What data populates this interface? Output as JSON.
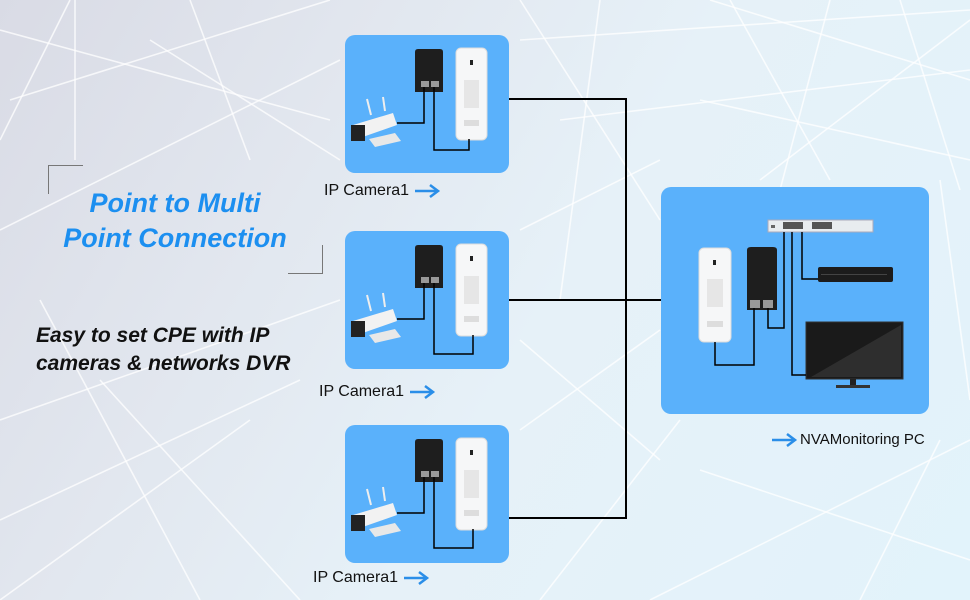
{
  "heading": {
    "line1": "Point to Multi",
    "line2": "Point Connection"
  },
  "subheading": {
    "line1": "Easy to set CPE with IP",
    "line2": "cameras & networks DVR"
  },
  "camera_groups": [
    {
      "label": "IP Camera1",
      "icon": "arrow-right-icon"
    },
    {
      "label": "IP Camera1",
      "icon": "arrow-right-icon"
    },
    {
      "label": "IP Camera1",
      "icon": "arrow-right-icon"
    }
  ],
  "monitor_group": {
    "label": "NVAMonitoring PC",
    "icon": "arrow-right-icon"
  },
  "devices": {
    "camera_panel": [
      "ip-camera",
      "poe-injector",
      "cpe-outdoor-unit"
    ],
    "monitor_panel": [
      "cpe-outdoor-unit",
      "poe-injector",
      "network-switch",
      "nvr-dvr",
      "monitor-display"
    ]
  },
  "colors": {
    "accent": "#1c8ff0",
    "panel": "#5ab1fb",
    "arrow": "#2a8ee8",
    "wire": "#000000"
  }
}
